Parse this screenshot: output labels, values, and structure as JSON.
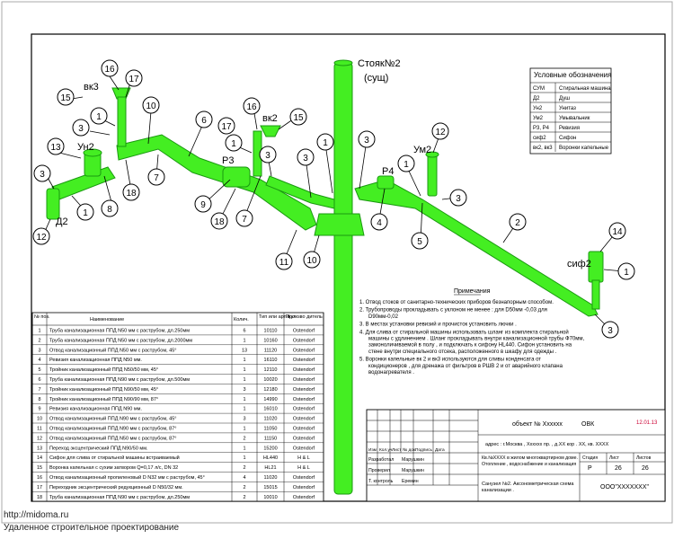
{
  "labels": {
    "riser_title": "Стояк№2",
    "riser_sub": "(сущ)",
    "vk3": "вк3",
    "vk2": "вк2",
    "un2": "Ун2",
    "um2": "Ум2",
    "p3": "Р3",
    "p4": "Р4",
    "d2": "Д2",
    "sif2": "сиф2"
  },
  "bubbles": [
    "1",
    "2",
    "3",
    "4",
    "5",
    "6",
    "7",
    "8",
    "9",
    "10",
    "11",
    "12",
    "13",
    "14",
    "15",
    "16",
    "17",
    "18"
  ],
  "legend": {
    "title": "Условные обозначения",
    "rows": [
      [
        "СУМ",
        "Стиральная машина"
      ],
      [
        "Д2",
        "Душ"
      ],
      [
        "Ун2",
        "Унитаз"
      ],
      [
        "Ум2",
        "Умывальник"
      ],
      [
        "Р3, Р4",
        "Ревизия"
      ],
      [
        "сиф2",
        "Сифон"
      ],
      [
        "вк2, вк3",
        "Воронки капельные"
      ]
    ]
  },
  "notes": {
    "title": "Примечания",
    "items": [
      "1.  Отвод стоков от санитарно-технических приборов безнапорным способом.",
      "2.  Трубопроводы  прокладывать с уклоном не менее : для  D50мм -0,03 для D90мм-0,02",
      "3.  В местах установки ревизий и прочисток установить лючки .",
      "4.  Для слива от стиральной машины использовать шланг из комплекта стиральной машины с удлинением . Шланг прокладывать внутри канализационной трубы  Ф70мм, замоноличиваемой в полу , и подключать к сифону  HL440. Сифон установить на стене внутри специального отсека, расположенного в шкафу для одежды .",
      "5.  Воронки капельные вк 2 и вк3 используются для сливы конденсата от кондиционеров , для дренажа от фильтров в РШВ 2 и от аварийного клапана водонагревателя ."
    ]
  },
  "spec": {
    "headers": [
      "№ поз.",
      "Наименование",
      "Колич.",
      "Тип или артикул",
      "Произво дитель"
    ],
    "rows": [
      [
        "1",
        "Труба канализационная ППД  N50 мм с раструбом, дл.250мм",
        "6",
        "10110",
        "Ostendorf"
      ],
      [
        "2",
        "Труба канализационная ППД  N50 мм с раструбом, дл.2000мм",
        "1",
        "10160",
        "Ostendorf"
      ],
      [
        "3",
        "Отвод канализационный ППД  N50 мм с раструбом, 45°",
        "13",
        "11120",
        "Ostendorf"
      ],
      [
        "4",
        "Ревизия канализационная ППД  N50 мм.",
        "1",
        "16110",
        "Ostendorf"
      ],
      [
        "5",
        "Тройник канализационный ППД  N50/50 мм, 45°",
        "1",
        "12110",
        "Ostendorf"
      ],
      [
        "6",
        "Труба канализационная ППД  N90 мм с раструбом, дл.500мм",
        "1",
        "10020",
        "Ostendorf"
      ],
      [
        "7",
        "Тройник канализационный ППД  N90/50 мм, 45°",
        "3",
        "12180",
        "Ostendorf"
      ],
      [
        "8",
        "Тройник канализационный ППД  N90/90 мм, 87°",
        "1",
        "14990",
        "Ostendorf"
      ],
      [
        "9",
        "Ревизия канализационная ППД  N90 мм.",
        "1",
        "16010",
        "Ostendorf"
      ],
      [
        "10",
        "Отвод канализационный ППД  N90 мм с раструбом, 45°",
        "3",
        "11020",
        "Ostendorf"
      ],
      [
        "11",
        "Отвод канализационный ППД  N90 мм с раструбом, 87°",
        "1",
        "11050",
        "Ostendorf"
      ],
      [
        "12",
        "Отвод канализационный ППД  N50 мм с раструбом, 87°",
        "2",
        "11150",
        "Ostendorf"
      ],
      [
        "13",
        "Переход эксцентрический ППД  N90/50 мм.",
        "1",
        "15200",
        "Ostendorf"
      ],
      [
        "14",
        "Сифон для слива от стиральной машины встраиваемый",
        "1",
        "HL440",
        "H & L"
      ],
      [
        "15",
        "Воронка капельная с сухим затвором     Q=0,17 л/с, DN 32",
        "2",
        "HL21",
        "H & L"
      ],
      [
        "16",
        "Отвод канализационный пропиленовый D    N32 мм с раструбом, 45°",
        "4",
        "11020",
        "Ostendorf"
      ],
      [
        "17",
        "Переходник эксцентрический редукционный D    N50/32 мм.",
        "2",
        "15015",
        "Ostendorf"
      ],
      [
        "18",
        "Труба канализационная ППД  N90 мм с раструбом, дл.250мм",
        "2",
        "10010",
        "Ostendorf"
      ]
    ]
  },
  "stamp": {
    "object": "объект № Хххххх",
    "mark": "ОВК",
    "date": "12.01.13",
    "address": "адрес : г.Москва , Хххххх пр. , д.ХХ кор . ХХ, кв. ХХХХ",
    "sig_headers": [
      "Изм",
      "Кол.уч",
      "Лист",
      "№ док.",
      "Подпись",
      "Дата"
    ],
    "people": [
      [
        "Разработал",
        "Марушкин"
      ],
      [
        "Проверил",
        "Марушкин"
      ],
      [
        "Т. контроль",
        "Еремин"
      ]
    ],
    "work_name": "Кв.№ХХХХ в жилом многоквартирном доме. Отопление , водоснабжение и канализация",
    "stage_headers": [
      "Стадия",
      "Лист",
      "Листов"
    ],
    "stage_values": [
      "Р",
      "26",
      "26"
    ],
    "sheet_title": "Санузел  №2. Аксонометрическая схема  канализации .",
    "company": "ООО\"ХХХХХХХ\""
  },
  "footer": {
    "url": "http://midoma.ru",
    "caption": "Удаленное строительное проектирование"
  }
}
